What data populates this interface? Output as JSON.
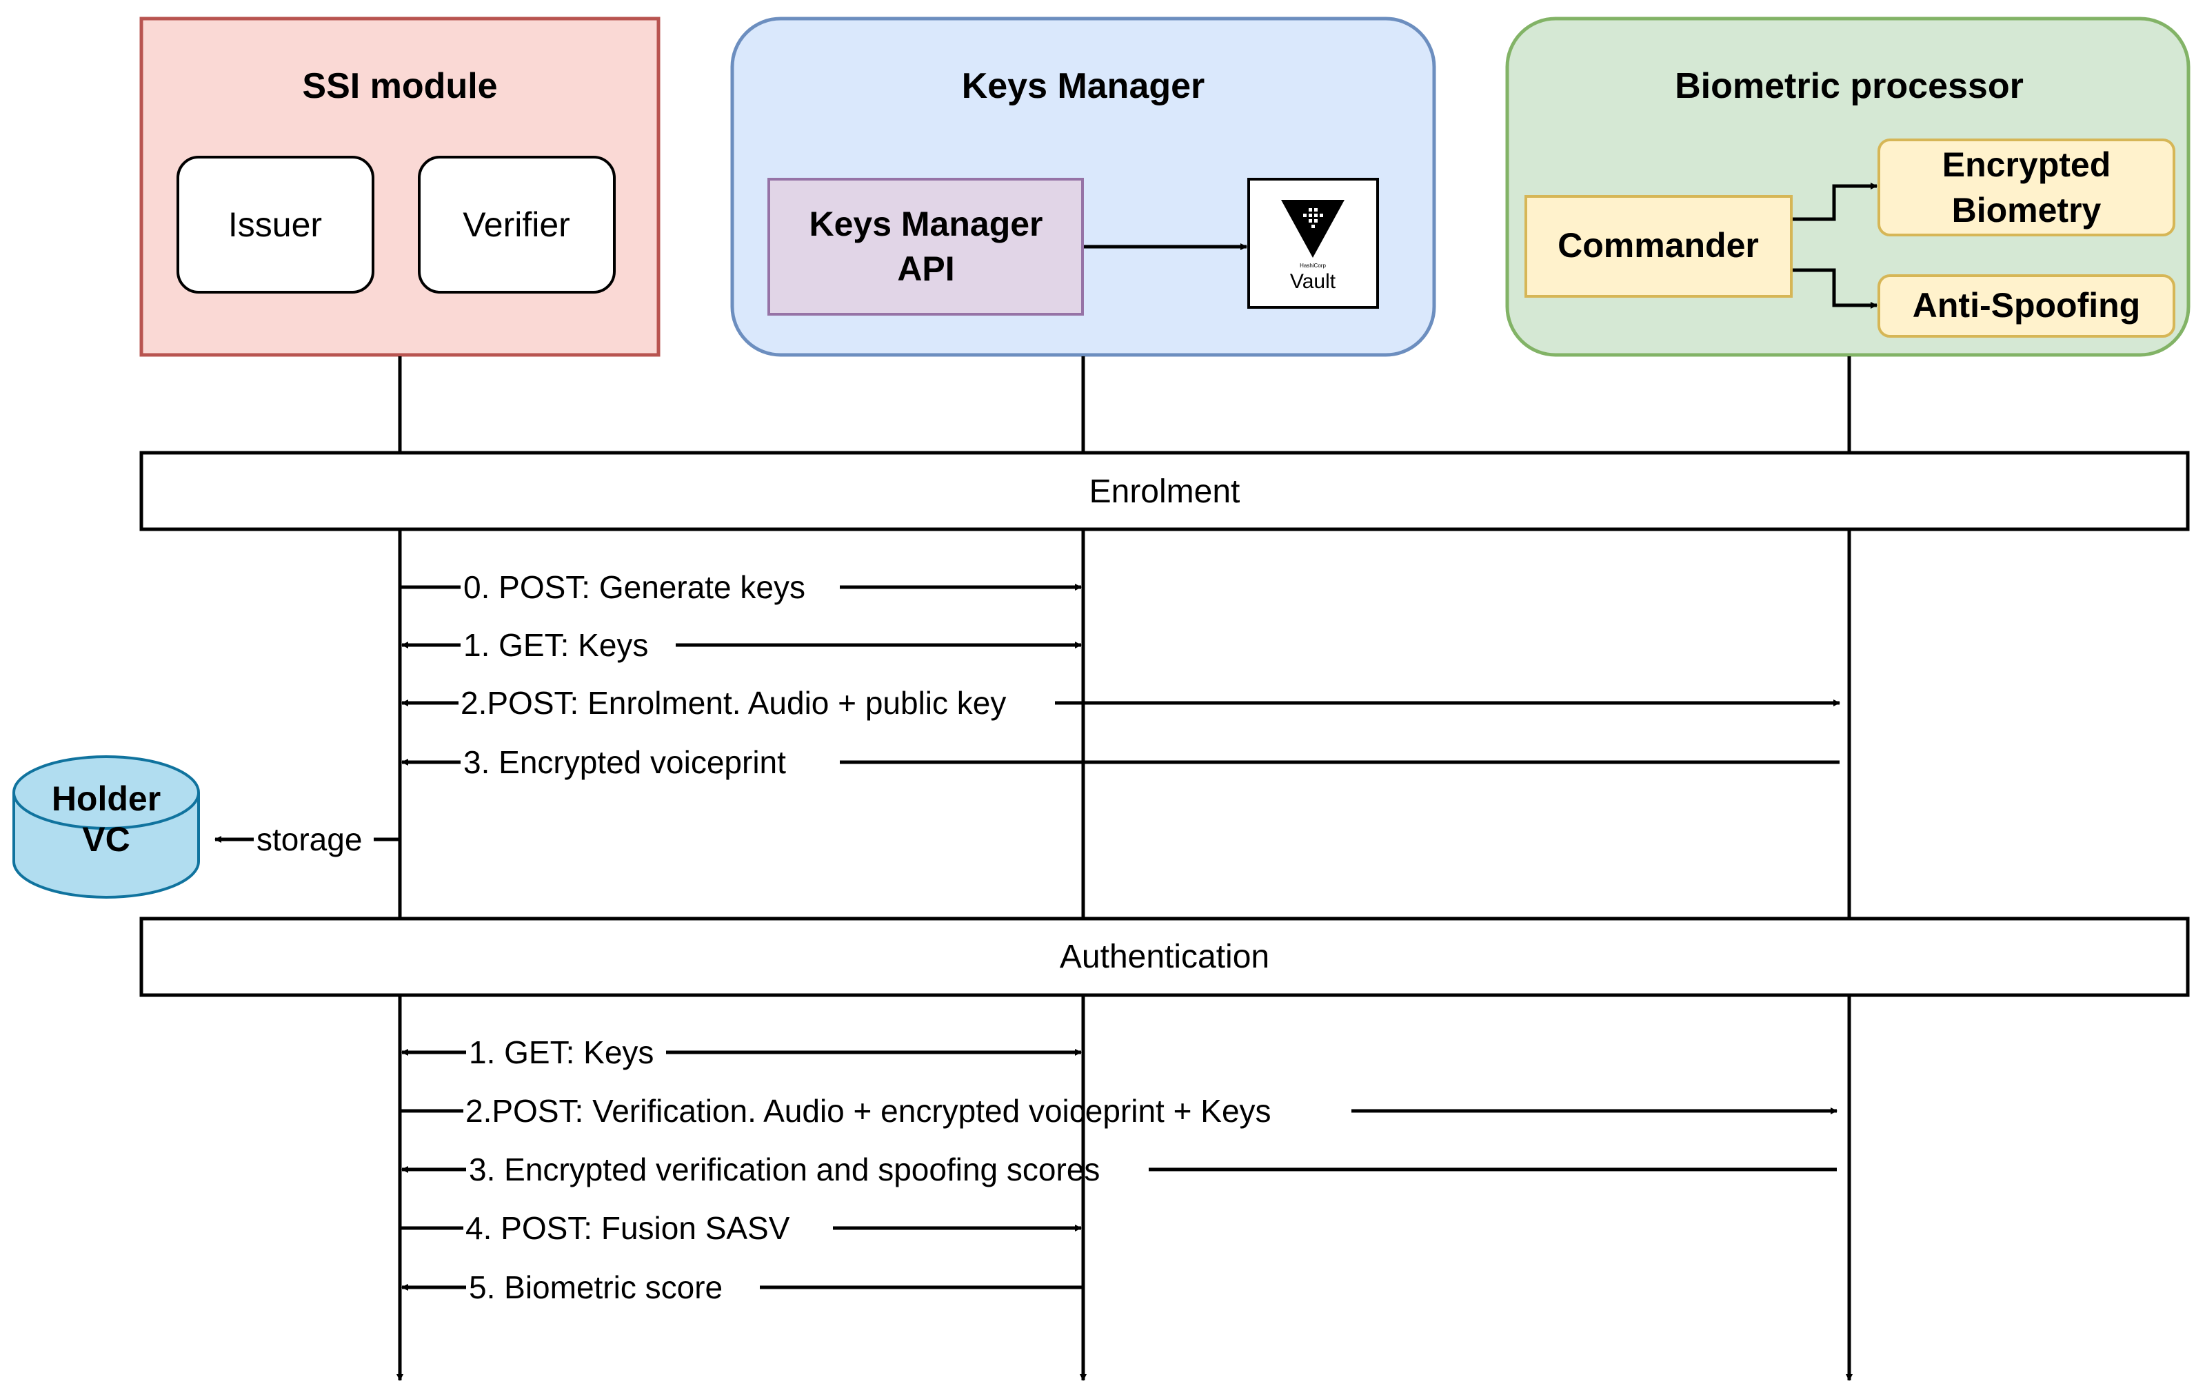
{
  "participants": {
    "ssi": {
      "title": "SSI module",
      "issuer": "Issuer",
      "verifier": "Verifier",
      "fill": "#FAD9D5",
      "stroke": "#B85450"
    },
    "keys": {
      "title": "Keys Manager",
      "api_line1": "Keys Manager",
      "api_line2": "API",
      "vault_brand": "HashiCorp",
      "vault_label": "Vault",
      "fill": "#DAE8FC",
      "stroke": "#6C8EBF",
      "api_fill": "#E1D5E7",
      "api_stroke": "#9673A6"
    },
    "bio": {
      "title": "Biometric processor",
      "commander": "Commander",
      "encrypted_line1": "Encrypted",
      "encrypted_line2": "Biometry",
      "anti_spoofing": "Anti-Spoofing",
      "fill": "#D5E8D4",
      "stroke": "#82B366",
      "sub_fill": "#FFF2CC",
      "sub_stroke": "#D6B656"
    }
  },
  "phases": {
    "enrolment": "Enrolment",
    "authentication": "Authentication"
  },
  "enrolment_messages": [
    "0. POST: Generate keys",
    "1. GET: Keys",
    "2.POST: Enrolment. Audio + public key",
    "3. Encrypted voiceprint"
  ],
  "storage": {
    "db_line1": "Holder",
    "db_line2": "VC",
    "label": "storage",
    "fill": "#B1DDF0",
    "stroke": "#10739E"
  },
  "authentication_messages": [
    "1. GET: Keys",
    "2.POST: Verification. Audio + encrypted voiceprint + Keys",
    "3. Encrypted verification and spoofing scores",
    "4. POST: Fusion SASV",
    "5. Biometric score"
  ]
}
